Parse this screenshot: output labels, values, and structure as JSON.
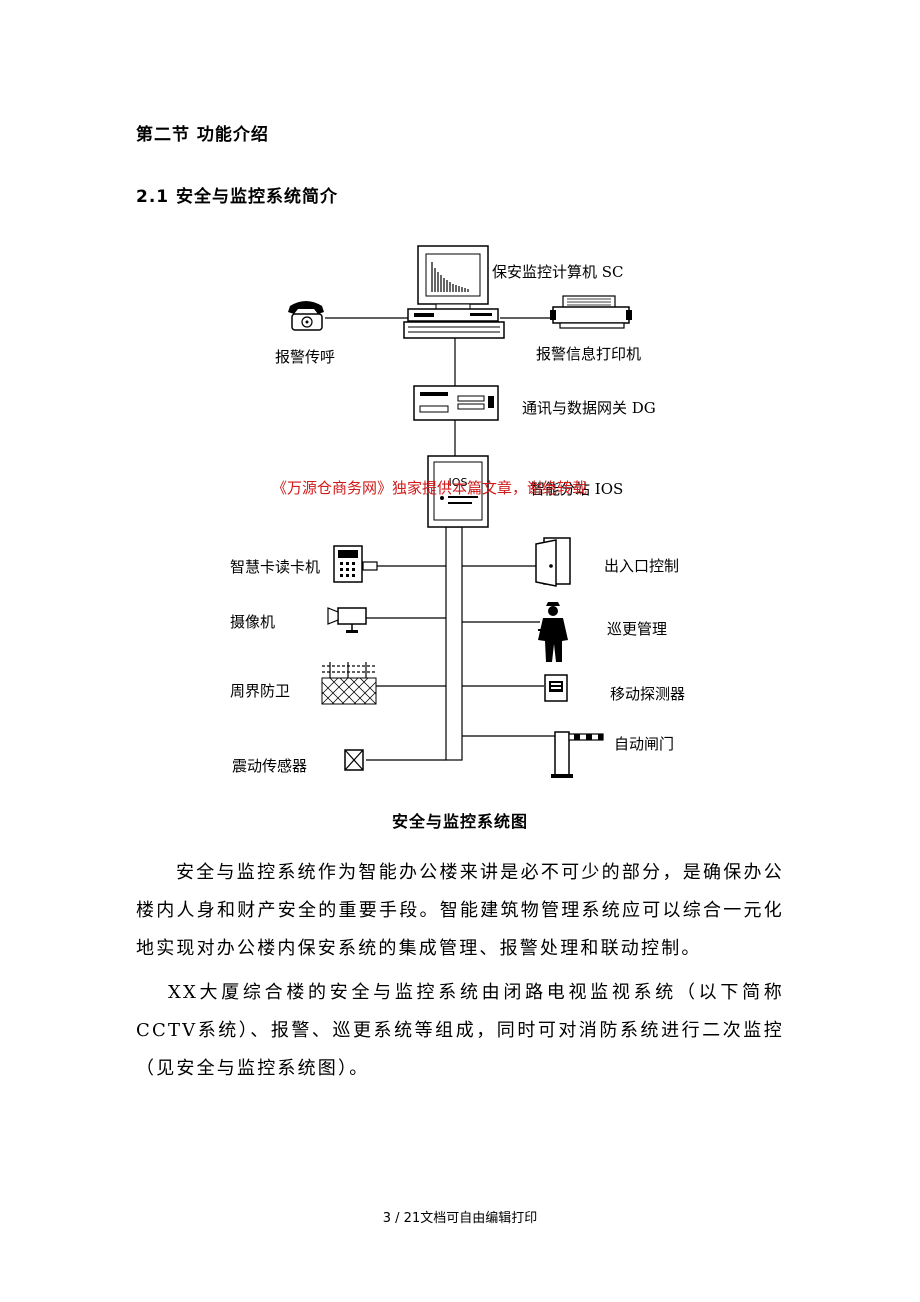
{
  "headings": {
    "section": "第二节  功能介绍",
    "subsection": "2.1  安全与监控系统简介"
  },
  "diagram": {
    "computer": "保安监控计算机 SC",
    "pager": "报警传呼",
    "printer": "报警信息打印机",
    "gateway": "通讯与数据网关 DG",
    "ios": "智能分站 IOS",
    "ios_panel_text": "IOS",
    "card_reader": "智慧卡读卡机",
    "camera": "摄像机",
    "perimeter": "周界防卫",
    "vibration": "震动传感器",
    "access": "出入口控制",
    "patrol": "巡更管理",
    "motion": "移动探测器",
    "gate": "自动闸门"
  },
  "watermark": "《万源仓商务网》独家提供本篇文章，谢绝转载",
  "caption": "安全与监控系统图",
  "paragraphs": [
    "安全与监控系统作为智能办公楼来讲是必不可少的部分，是确保办公楼内人身和财产安全的重要手段。智能建筑物管理系统应可以综合一元化地实现对办公楼内保安系统的集成管理、报警处理和联动控制。",
    "XX大厦综合楼的安全与监控系统由闭路电视监视系统（以下简称CCTV系统）、报警、巡更系统等组成，同时可对消防系统进行二次监控（见安全与监控系统图）。"
  ],
  "footer": "3 / 21文档可自由编辑打印"
}
